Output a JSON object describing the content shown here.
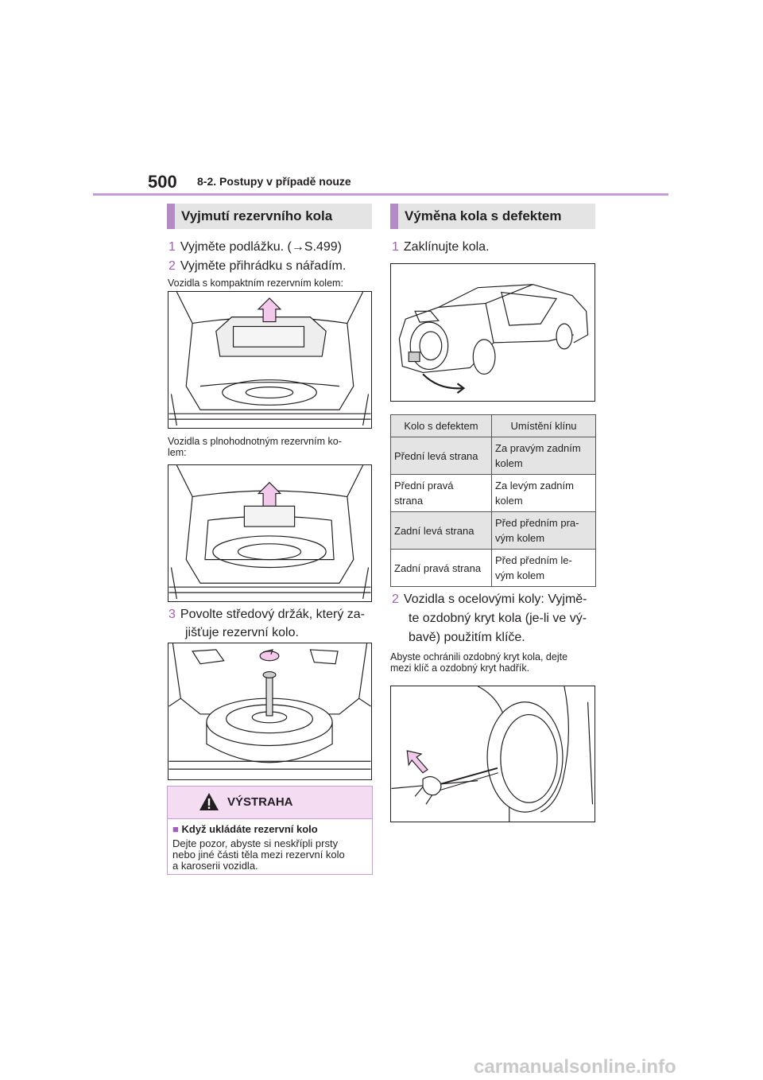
{
  "header": {
    "page_number": "500",
    "chapter": "8-2. Postupy v případě nouze"
  },
  "left": {
    "section_title": "Vyjmutí rezervního kola",
    "step1_num": "1",
    "step1_text": "Vyjměte podlážku. (→S.499)",
    "step2_num": "2",
    "step2_text": "Vyjměte přihrádku s nářadím.",
    "caption_compact": "Vozidla s kompaktním rezervním kolem:",
    "caption_full_1": "Vozidla s plnohodnotným rezervním ko-",
    "caption_full_2": "lem:",
    "step3_num": "3",
    "step3_line1": "Povolte středový držák, který za-",
    "step3_line2": "jišťuje rezervní kolo."
  },
  "warning": {
    "title": "VÝSTRAHA",
    "subtitle_marker": "■",
    "subtitle": "Když ukládáte rezervní kolo",
    "line1": "Dejte pozor, abyste si neskřípli prsty",
    "line2": "nebo jiné části těla mezi rezervní kolo",
    "line3": "a karoserii vozidla."
  },
  "right": {
    "section_title": "Výměna kola s defektem",
    "step1_num": "1",
    "step1_text": "Zaklínujte kola.",
    "table": {
      "headers": [
        "Kolo s defektem",
        "Umístění klínu"
      ],
      "rows": [
        {
          "wheel": "Přední levá strana",
          "wheel2": "",
          "place1": "Za pravým zadním",
          "place2": "kolem"
        },
        {
          "wheel": "Přední pravá",
          "wheel2": "strana",
          "place1": "Za levým zadním",
          "place2": "kolem"
        },
        {
          "wheel": "Zadní levá strana",
          "wheel2": "",
          "place1": "Před předním pra-",
          "place2": "vým kolem"
        },
        {
          "wheel": "Zadní pravá strana",
          "wheel2": "",
          "place1": "Před předním le-",
          "place2": "vým kolem"
        }
      ]
    },
    "step2_num": "2",
    "step2_line1": "Vozidla s ocelovými koly: Vyjmě-",
    "step2_line2": "te ozdobný kryt kola (je-li ve vý-",
    "step2_line3": "bavě) použitím klíče.",
    "note_line1": "Abyste ochránili ozdobný kryt kola, dejte",
    "note_line2": "mezi klíč a ozdobný kryt hadřík."
  },
  "footer": {
    "watermark": "carmanualsonline.info"
  },
  "colors": {
    "accent": "#a45db8",
    "rule": "#c79bd6",
    "section_bg": "#e4e4e4",
    "warning_bg": "#f4dcf3"
  }
}
